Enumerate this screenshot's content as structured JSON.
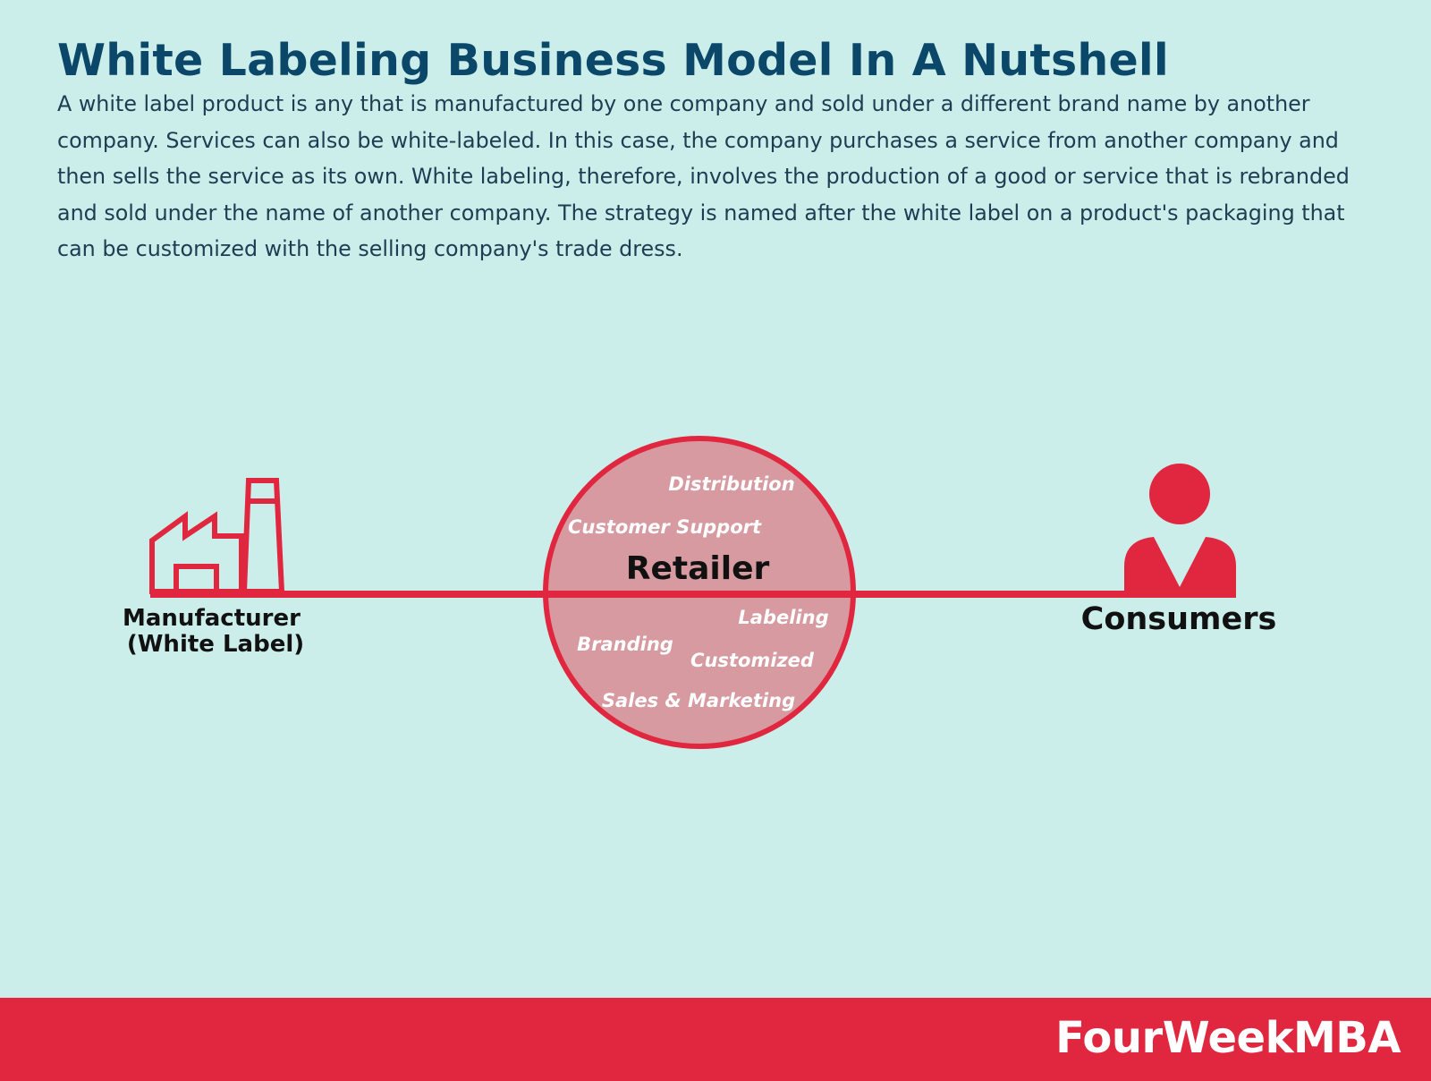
{
  "header": {
    "title": "White Labeling Business Model In A Nutshell",
    "description": "A white label product is any that is manufactured by one company and sold under a different brand name by another company. Services can also be white-labeled. In this case, the company purchases a service from another company and then sells the service as its own. White labeling, therefore, involves the production of a good or service that is rebranded and sold under the name of another company. The strategy is named after the white label on a product's packaging that can be customized with the selling company's trade dress."
  },
  "diagram": {
    "manufacturer": {
      "icon": "factory-icon",
      "label_line1": "Manufacturer",
      "label_line2": "(White Label)"
    },
    "retailer": {
      "label": "Retailer",
      "functions": {
        "distribution": "Distribution",
        "customer_support": "Customer Support",
        "labeling": "Labeling",
        "branding": "Branding",
        "customized": "Customized",
        "sales_marketing": "Sales & Marketing"
      }
    },
    "consumers": {
      "icon": "person-icon",
      "label": "Consumers"
    }
  },
  "footer": {
    "brand": "FourWeekMBA"
  },
  "colors": {
    "background": "#cbeeeb",
    "title": "#0b4769",
    "body_text": "#1f3d52",
    "accent_red": "#e0273f",
    "circle_fill": "#d69aa0"
  }
}
